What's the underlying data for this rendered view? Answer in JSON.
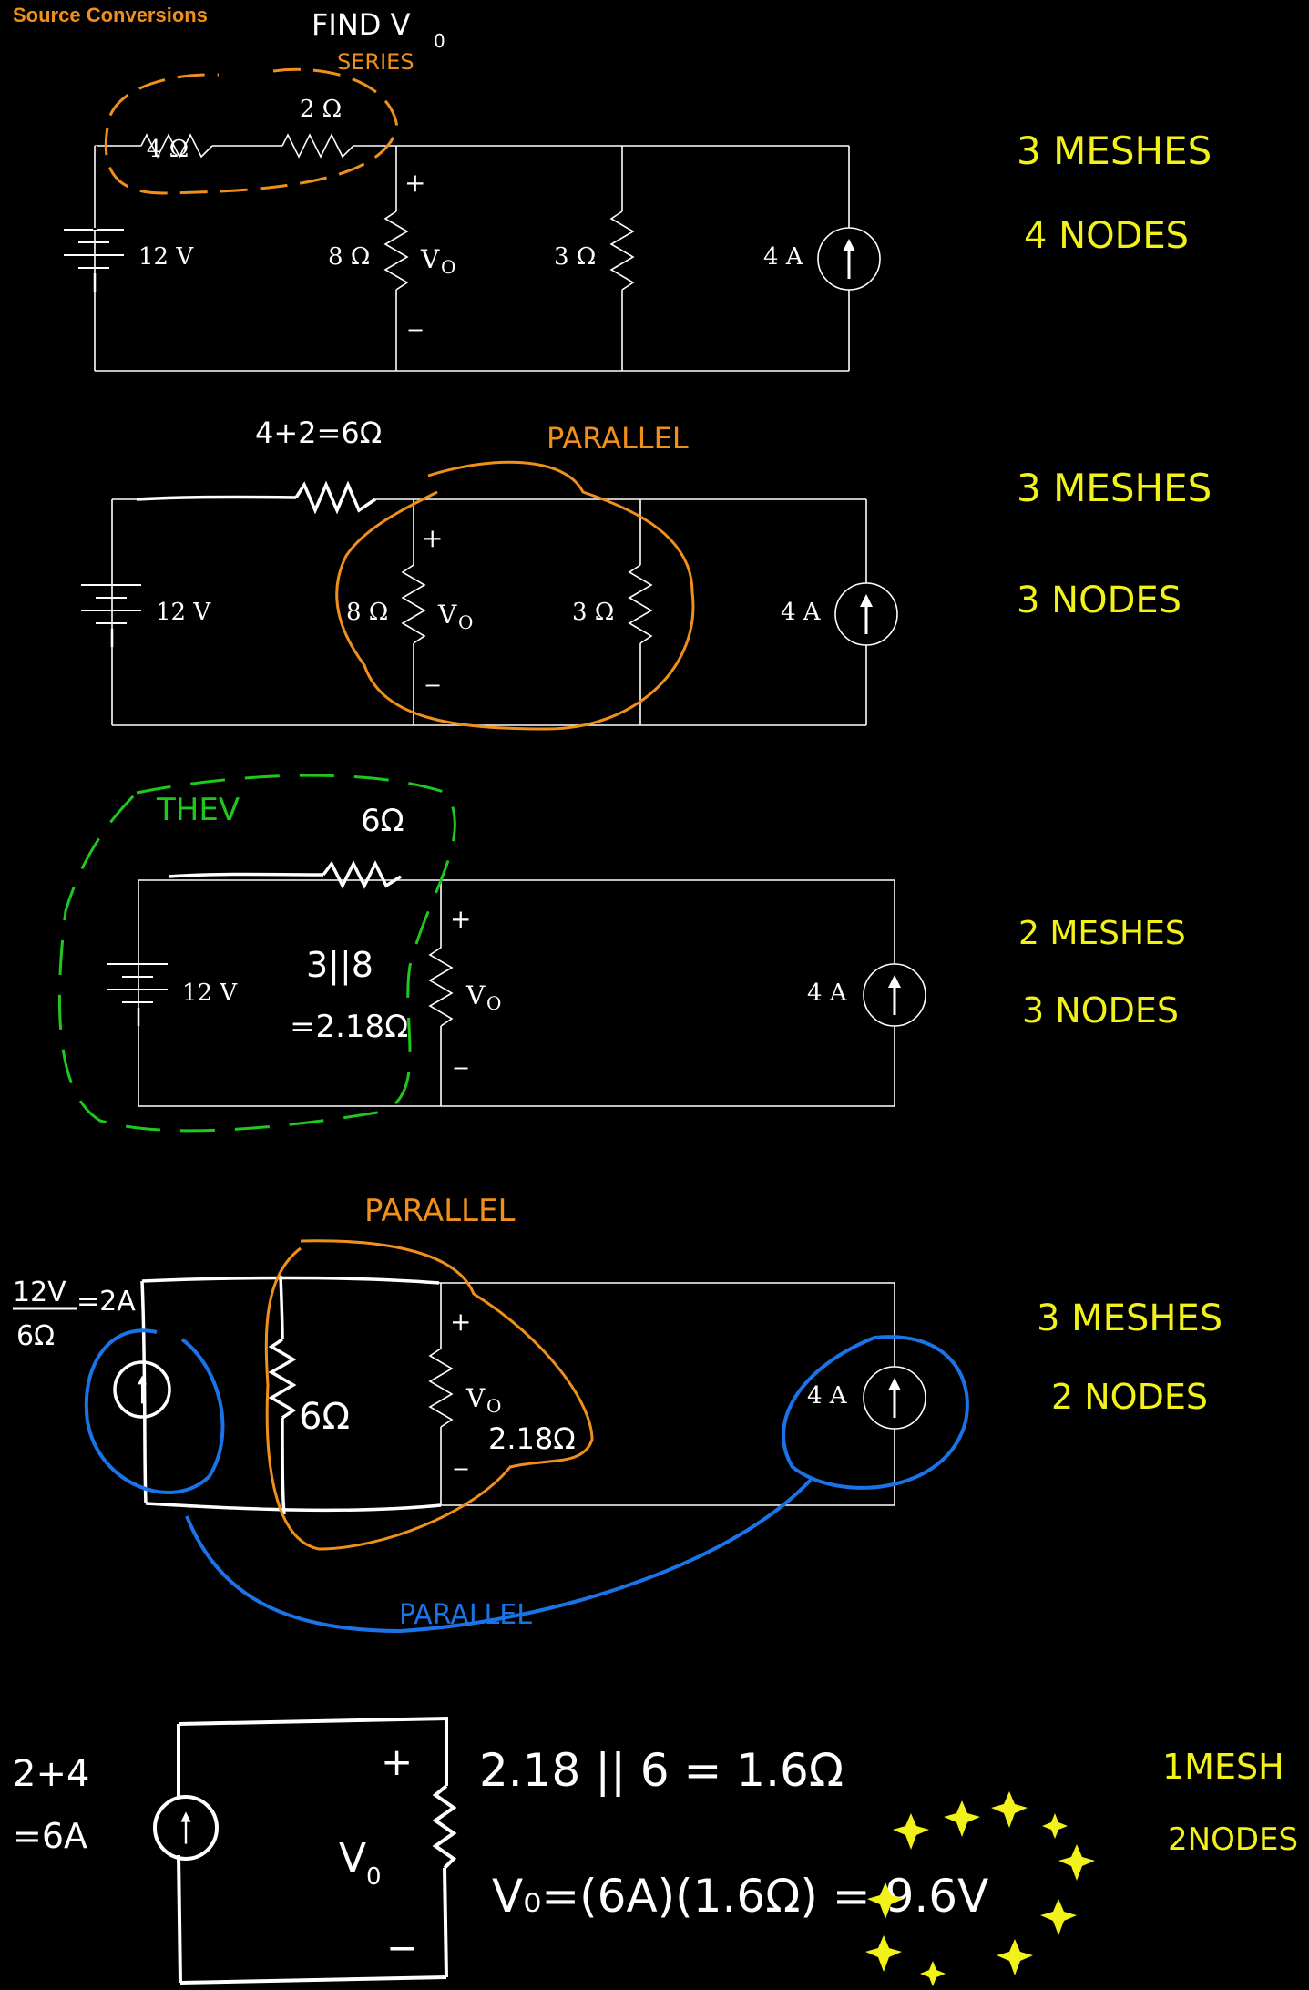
{
  "header": {
    "title": "Source Conversions",
    "task": "FIND V",
    "task_sub": "0"
  },
  "colors": {
    "background": "#000000",
    "wire": "#ffffff",
    "orange": "#f0901c",
    "yellow": "#f2f21a",
    "green": "#1ec81e",
    "blue": "#1a74e8",
    "title": "#f0901c"
  },
  "circuit1": {
    "note": "SERIES",
    "r1": "4 Ω",
    "r2": "2 Ω",
    "source": "12 V",
    "r8": "8 Ω",
    "vo": "V",
    "vo_sub": "O",
    "r3": "3 Ω",
    "isrc": "4 A",
    "plus": "+",
    "minus": "−",
    "meshes": "3 MESHES",
    "nodes": "4 NODES"
  },
  "circuit2": {
    "sum": "4+2=6Ω",
    "note": "PARALLEL",
    "source": "12 V",
    "r8": "8 Ω",
    "vo": "V",
    "vo_sub": "O",
    "r3": "3 Ω",
    "isrc": "4 A",
    "plus": "+",
    "minus": "−",
    "meshes": "3 MESHES",
    "nodes": "3 NODES"
  },
  "circuit3": {
    "note": "THEV",
    "r6": "6Ω",
    "source": "12 V",
    "par": "3||8",
    "par_val": "=2.18Ω",
    "vo": "V",
    "vo_sub": "O",
    "isrc": "4 A",
    "plus": "+",
    "minus": "−",
    "meshes": "2 MESHES",
    "nodes": "3 NODES"
  },
  "circuit4": {
    "note": "PARALLEL",
    "conv_num": "12V",
    "conv_den": "6Ω",
    "conv_res": "=2A",
    "r6": "6Ω",
    "vo": "V",
    "vo_sub": "O",
    "r218": "2.18Ω",
    "isrc": "4 A",
    "plus": "+",
    "minus": "−",
    "note_blue": "PARALLEL",
    "meshes": "3 MESHES",
    "nodes": "2 NODES"
  },
  "circuit5": {
    "sum_top": "2+4",
    "sum_bot": "=6A",
    "plus": "+",
    "minus": "−",
    "vo": "V",
    "vo_sub": "0",
    "eq1": "2.18 || 6 = 1.6Ω",
    "eq2": "V₀=(6A)(1.6Ω) = 9.6V",
    "meshes": "1MESH",
    "nodes": "2NODES"
  }
}
